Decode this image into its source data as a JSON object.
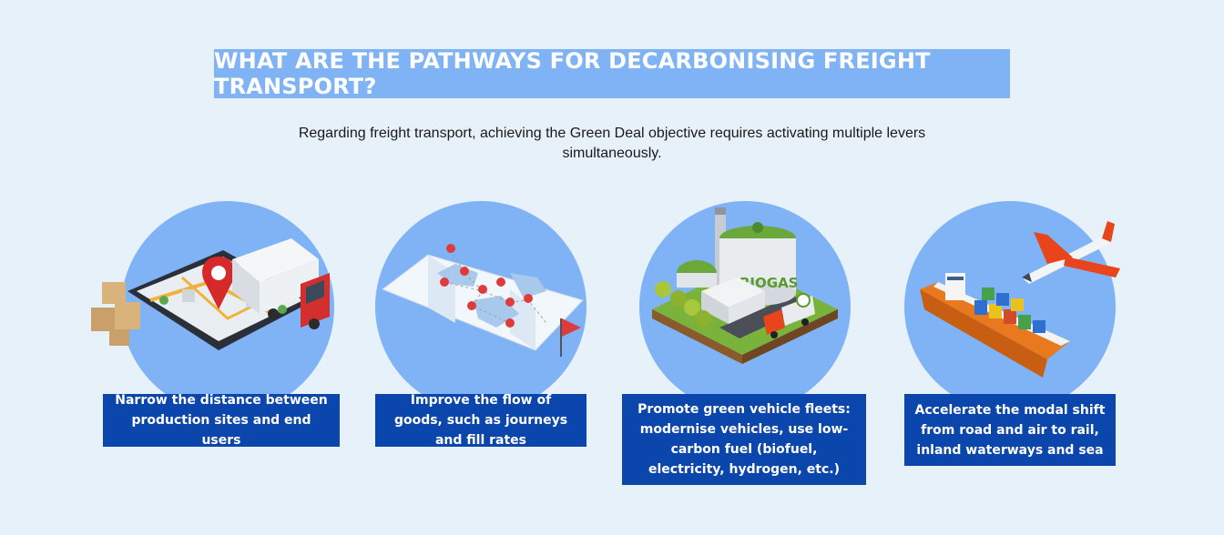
{
  "header": {
    "title": "WHAT ARE THE PATHWAYS FOR DECARBONISING FREIGHT TRANSPORT?",
    "subtitle": "Regarding freight transport, achieving the Green Deal objective requires activating multiple levers simultaneously."
  },
  "pathways": [
    {
      "label": "Narrow the distance between production sites and end users",
      "icon": "map-pin-truck-illustration"
    },
    {
      "label": "Improve the flow of goods, such as journeys and fill rates",
      "icon": "route-map-illustration"
    },
    {
      "label": "Promote green vehicle fleets: modernise vehicles, use low-carbon fuel (biofuel, electricity, hydrogen, etc.)",
      "icon": "biogas-plant-illustration",
      "sign": "BIOGAS"
    },
    {
      "label": "Accelerate the modal shift from road and air to rail, inland waterways and sea",
      "icon": "ship-plane-illustration"
    }
  ],
  "colors": {
    "background": "#e6f1fa",
    "accent_light": "#7fb3f5",
    "accent_dark": "#0b46ad"
  }
}
